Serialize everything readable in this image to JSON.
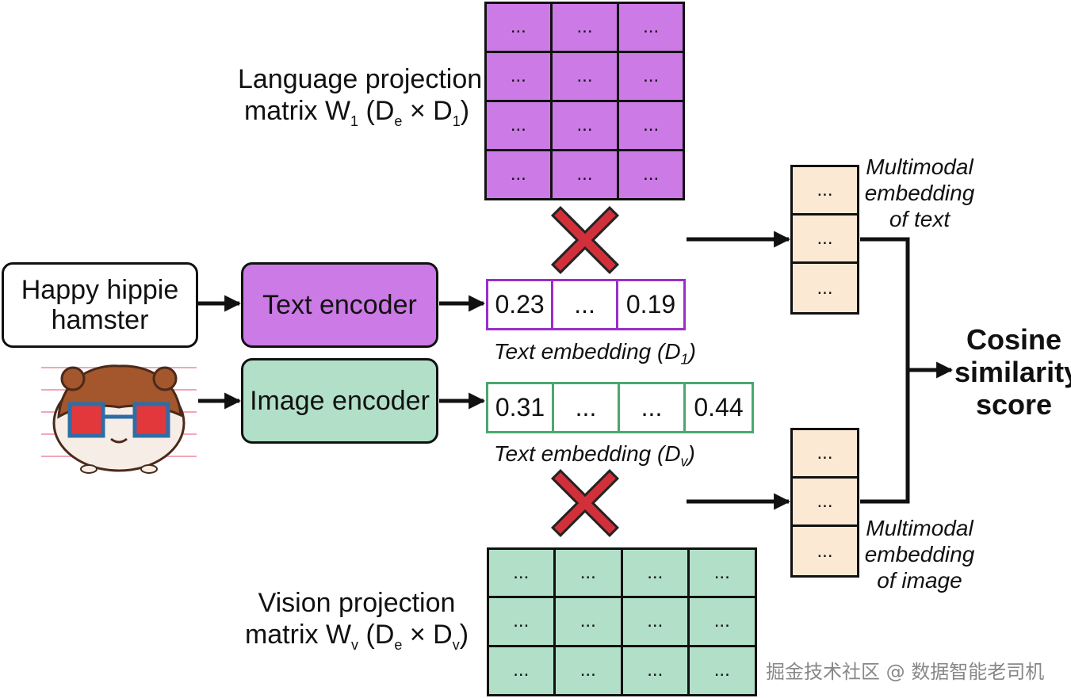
{
  "colors": {
    "text_purple": "#cc7ae6",
    "image_green": "#b2dfc8",
    "text_border": "#9a2fc8",
    "image_border": "#4aa86e",
    "multimodal_fill": "#fbe9d4",
    "cross_red": "#d1303a",
    "cross_edge": "#222222"
  },
  "input_text": {
    "line1": "Happy hippie",
    "line2": "hamster"
  },
  "input_image": {
    "icon": "hamster-with-glasses-icon"
  },
  "encoders": {
    "text": "Text encoder",
    "image": "Image encoder"
  },
  "language_matrix": {
    "label_part1": "Language projection",
    "label_part2": "matrix W",
    "sub_w": "1",
    "label_part3": " (D",
    "sub_de": "e",
    "label_part4": " × D",
    "sub_d1": "1",
    "label_part5": ")",
    "cell": "..."
  },
  "vision_matrix": {
    "label_part1": "Vision projection",
    "label_part2": "matrix W",
    "sub_w": "v",
    "label_part3": " (D",
    "sub_de": "e",
    "label_part4": " × D",
    "sub_dv": "v",
    "label_part5": ")",
    "cell": "..."
  },
  "text_embedding": {
    "values": [
      "0.23",
      "...",
      "0.19"
    ],
    "caption_main": "Text embedding (D",
    "caption_sub": "1",
    "caption_end": ")"
  },
  "image_embedding": {
    "values": [
      "0.31",
      "...",
      "...",
      "0.44"
    ],
    "caption_main": "Text embedding (D",
    "caption_sub": "v",
    "caption_end": ")"
  },
  "multimodal_text": {
    "cells": [
      "...",
      "...",
      "..."
    ],
    "caption_line1": "Multimodal",
    "caption_line2": "embedding",
    "caption_line3": "of text"
  },
  "multimodal_image": {
    "cells": [
      "...",
      "...",
      "..."
    ],
    "caption_line1": "Multimodal",
    "caption_line2": "embedding",
    "caption_line3": "of image"
  },
  "result": {
    "line1": "Cosine",
    "line2": "similarity",
    "line3": "score"
  },
  "watermark": "掘金技术社区 @ 数据智能老司机"
}
